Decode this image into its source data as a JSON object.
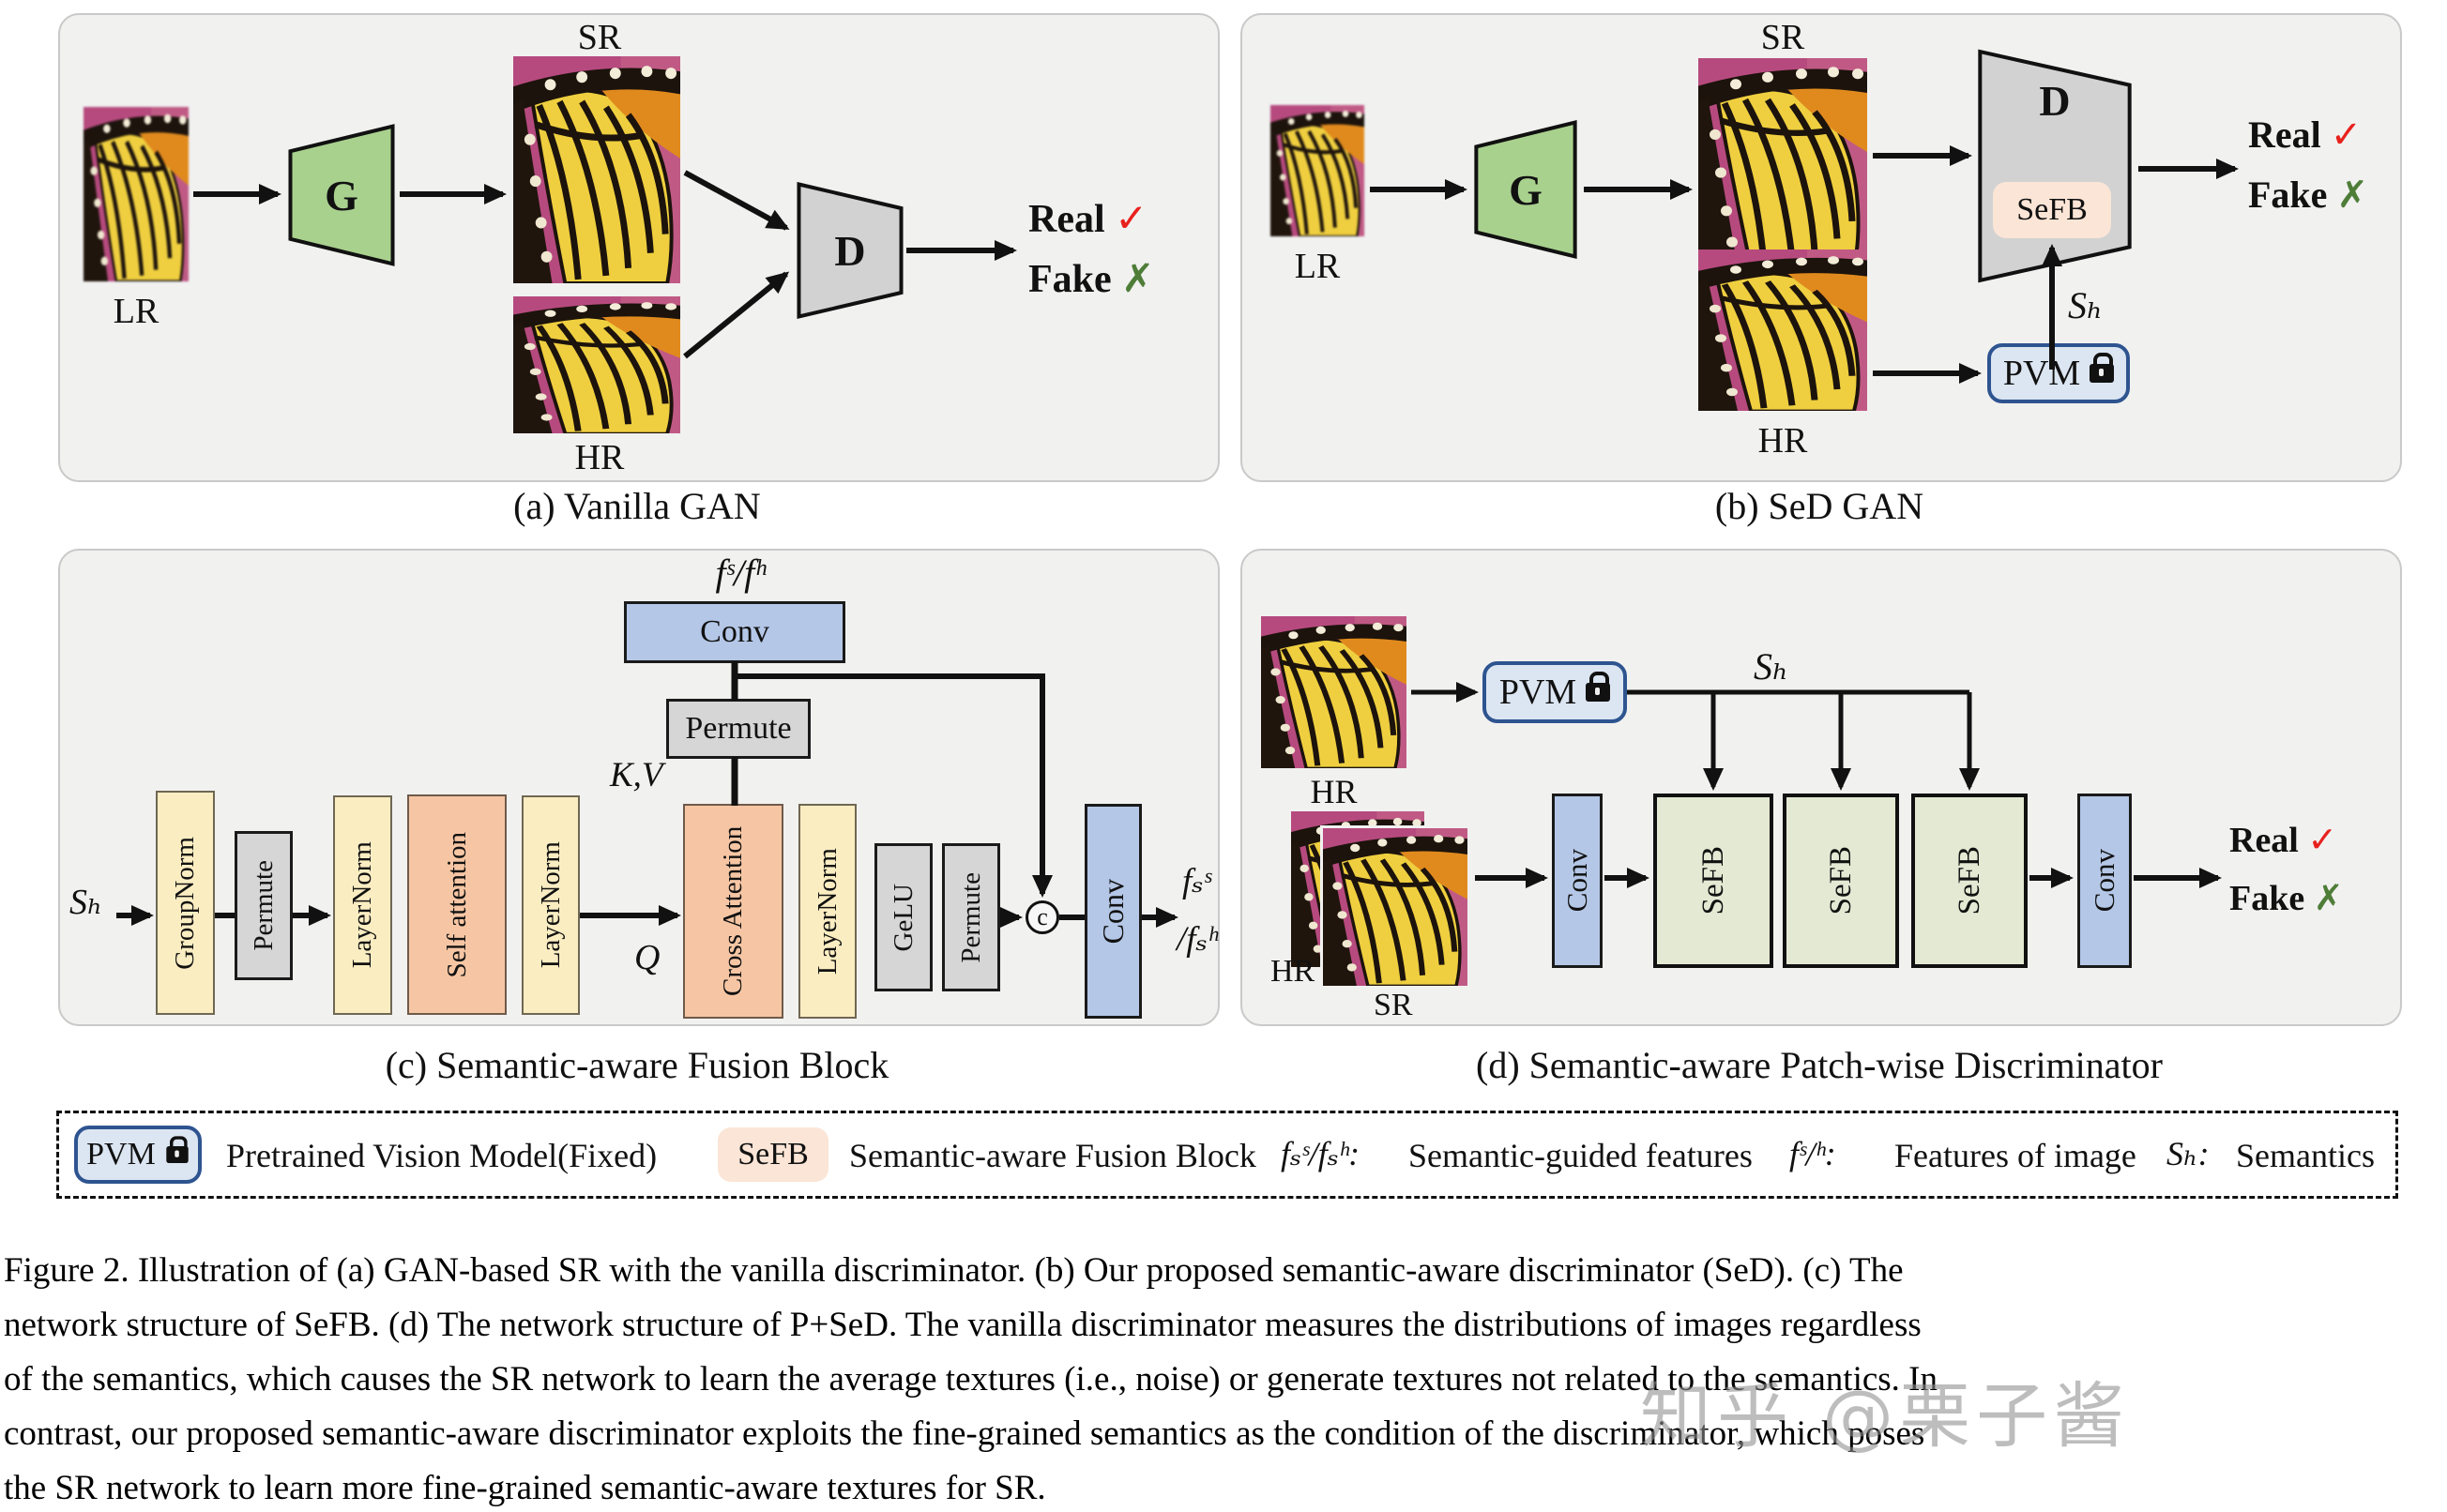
{
  "panel_a": {
    "caption": "(a) Vanilla GAN",
    "sr": "SR",
    "hr": "HR",
    "lr": "LR",
    "g": "G",
    "d": "D",
    "real": "Real",
    "fake": "Fake",
    "check": "✓",
    "cross": "✗"
  },
  "panel_b": {
    "caption": "(b) SeD GAN",
    "sr": "SR",
    "hr": "HR",
    "lr": "LR",
    "g": "G",
    "d": "D",
    "sefb": "SeFB",
    "pvm": "PVM",
    "sh": "Sₕ",
    "real": "Real",
    "fake": "Fake",
    "check": "✓",
    "cross": "✗"
  },
  "panel_c": {
    "caption": "(c) Semantic-aware Fusion Block",
    "sh": "Sₕ",
    "groupnorm": "GroupNorm",
    "permute1": "Permute",
    "layernorm1": "LayerNorm",
    "self_attention": "Self attention",
    "layernorm2": "LayerNorm",
    "q": "Q",
    "kv": "K,V",
    "cross_attention": "Cross Attention",
    "layernorm3": "LayerNorm",
    "gelu": "GeLU",
    "permute2": "Permute",
    "concat": "c",
    "conv_top": "Conv",
    "permute_top": "Permute",
    "conv_out": "Conv",
    "f_in": "fˢ/fʰ",
    "f_out_top": "fₛˢ",
    "f_out_bottom": "/fₛʰ"
  },
  "panel_d": {
    "caption": "(d) Semantic-aware Patch-wise Discriminator",
    "hr_top": "HR",
    "pvm": "PVM",
    "sh": "Sₕ",
    "conv_in": "Conv",
    "sefb1": "SeFB",
    "sefb2": "SeFB",
    "sefb3": "SeFB",
    "conv_out": "Conv",
    "hr_stack": "HR",
    "sr_stack": "SR",
    "real": "Real",
    "fake": "Fake",
    "check": "✓",
    "cross": "✗"
  },
  "legend": {
    "pvm": "PVM",
    "pvm_desc": "Pretrained Vision Model(Fixed)",
    "sefb": "SeFB",
    "sefb_desc": "Semantic-aware Fusion Block",
    "f_guided": "fₛˢ/fₛʰ:",
    "f_guided_desc": "Semantic-guided features",
    "f_img": "fˢ/ʰ:",
    "f_img_desc": "Features of image",
    "sh": "Sₕ:",
    "sh_desc": "Semantics"
  },
  "caption": {
    "lines": [
      "Figure 2.  Illustration of (a) GAN-based SR with the vanilla discriminator.  (b) Our proposed semantic-aware discriminator (SeD).  (c) The",
      "network structure of SeFB. (d) The network structure of P+SeD. The vanilla discriminator measures the distributions of images regardless",
      "of the semantics, which causes the SR network to learn the average textures (i.e., noise) or generate textures not related to the semantics. In",
      "contrast, our proposed semantic-aware discriminator exploits the fine-grained semantics as the condition of the discriminator, which poses",
      "the SR network to learn more fine-grained semantic-aware textures for SR."
    ]
  },
  "watermark": "知乎 @栗子酱",
  "colors": {
    "generator_green": "#a9d18e",
    "discriminator_gray": "#d2d2d2",
    "sefb_peach": "#fbe5d6",
    "pvm_blue_fill": "#dce6f2",
    "pvm_blue_border": "#2e5490",
    "norm_yellow": "#fbedc2",
    "attention_salmon": "#f6c6a4",
    "conv_blue": "#b4c7e7",
    "sefb_green": "#e4e9d3",
    "real_check_red": "#e8211d",
    "fake_cross_green": "#4e7d38",
    "panel_bg": "#f1f1f0"
  }
}
